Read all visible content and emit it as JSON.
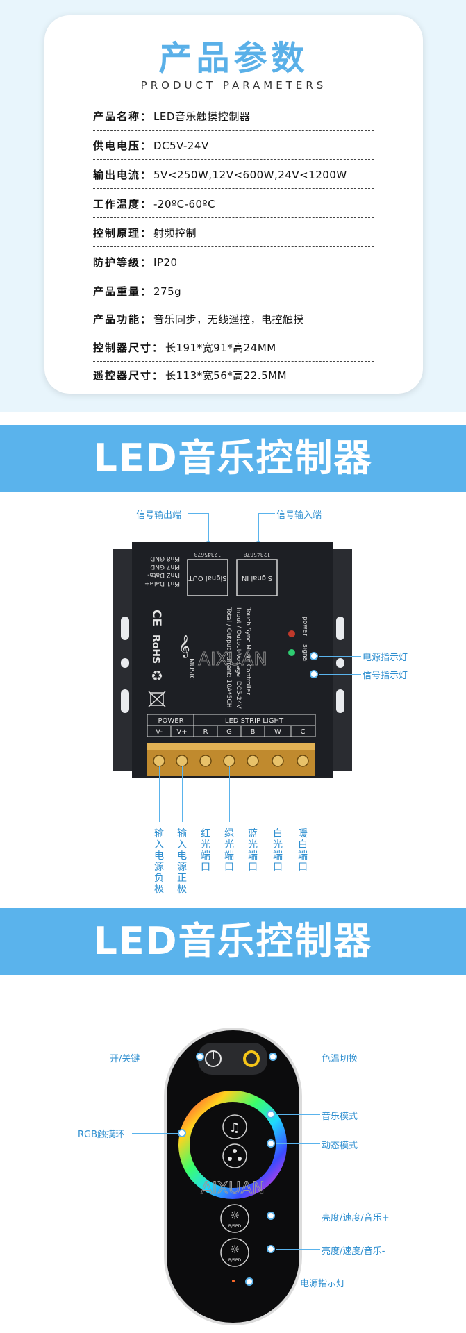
{
  "params": {
    "title": "产品参数",
    "subtitle": "PRODUCT PARAMETERS",
    "rows": [
      {
        "label": "产品名称：",
        "value": "LED音乐触摸控制器"
      },
      {
        "label": "供电电压：",
        "value": "DC5V-24V"
      },
      {
        "label": "输出电流：",
        "value": "5V<250W,12V<600W,24V<1200W"
      },
      {
        "label": "工作温度：",
        "value": "-20ºC-60ºC"
      },
      {
        "label": "控制原理：",
        "value": "射频控制"
      },
      {
        "label": "防护等级：",
        "value": "IP20"
      },
      {
        "label": "产品重量：",
        "value": "275g"
      },
      {
        "label": "产品功能：",
        "value": "音乐同步，无线遥控，电控触摸"
      },
      {
        "label": "控制器尺寸：",
        "value": "长191*宽91*高24MM"
      },
      {
        "label": "遥控器尺寸：",
        "value": "长113*宽56*高22.5MM"
      }
    ]
  },
  "banner1": {
    "title": "LED音乐控制器"
  },
  "banner2": {
    "title": "LED音乐控制器"
  },
  "controller": {
    "labels": {
      "signal_out": "信号输出端",
      "signal_in": "信号输入端",
      "power_led": "电源指示灯",
      "signal_led": "信号指示灯"
    },
    "port_labels": [
      "输入电源负极",
      "输入电源正极",
      "红光端口",
      "绿光端口",
      "蓝光端口",
      "白光端口",
      "暖白端口"
    ],
    "device": {
      "port_out_title": "Signal OUT",
      "port_in_title": "Signal IN",
      "pin_numbers": "12345678",
      "pins": [
        "Pin1 Data+",
        "Pin2 Data-",
        "Pin7 GND",
        "Pin8 GND"
      ],
      "info_lines": [
        "Touch Sync Music Controller",
        "Input / Output Voltage: DC5-24V",
        "Total / Output Current: 10A*5CH"
      ],
      "brand": "AIXUAN",
      "music": "MUSIC",
      "rohs": "RoHS",
      "ce": "CE",
      "led_labels": [
        "power",
        "signal"
      ],
      "terminal_power": "POWER",
      "terminal_strip": "LED STRIP LIGHT",
      "terminals": [
        "V-",
        "V+",
        "R",
        "G",
        "B",
        "W",
        "C"
      ]
    }
  },
  "remote": {
    "labels": {
      "power": "开/关键",
      "color_temp": "色温切换",
      "music_mode": "音乐模式",
      "rgb_ring": "RGB触摸环",
      "dynamic_mode": "动态模式",
      "brightness_up": "亮度/速度/音乐+",
      "brightness_down": "亮度/速度/音乐-",
      "power_led": "电源指示灯"
    },
    "brand": "AIXUAN",
    "btn_sub": "B/SPD"
  },
  "colors": {
    "accent": "#5ab3ec",
    "title_blue": "#5ab0e8",
    "device_dark": "#1d1f24"
  }
}
